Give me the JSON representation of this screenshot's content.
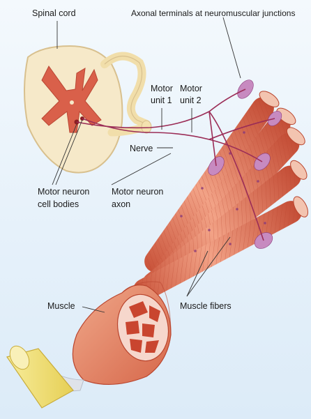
{
  "labels": {
    "spinal_cord": "Spinal cord",
    "axonal_terminals": "Axonal terminals at neuromuscular junctions",
    "motor_unit_1_line1": "Motor",
    "motor_unit_1_line2": "unit 1",
    "motor_unit_2_line1": "Motor",
    "motor_unit_2_line2": "unit 2",
    "nerve": "Nerve",
    "cell_bodies_line1": "Motor neuron",
    "cell_bodies_line2": "cell bodies",
    "axon_line1": "Motor neuron",
    "axon_line2": "axon",
    "muscle": "Muscle",
    "muscle_fibers": "Muscle fibers"
  },
  "colors": {
    "background": "#e6f1fa",
    "spinal_white_matter": "#f6e9c9",
    "gray_matter": "#d9604a",
    "muscle": "#e98a6a",
    "tendon": "#f0e07a",
    "axon": "#9b2d57",
    "junction": "#b46aa8"
  }
}
